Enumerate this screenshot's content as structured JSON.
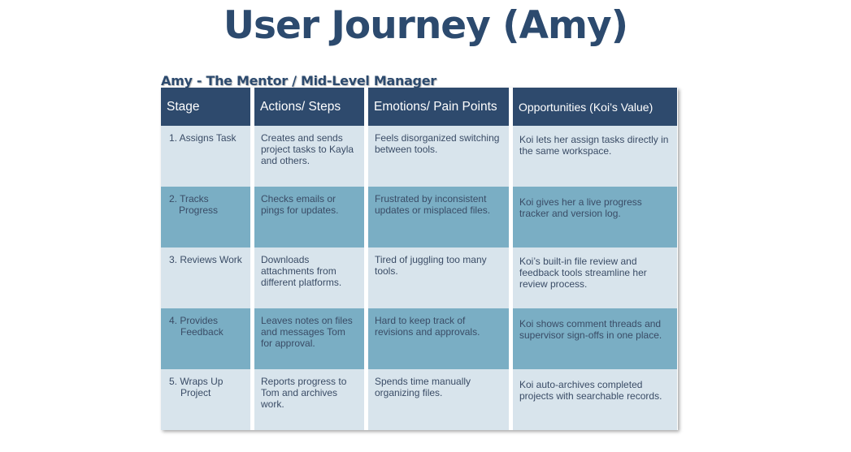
{
  "title": "User Journey (Amy)",
  "subtitle": "Amy - The Mentor / Mid-Level Manager",
  "colors": {
    "header_bg": "#2e4a6d",
    "row_light": "#d8e4ec",
    "row_dark": "#7aaec4",
    "title_text": "#2c4a6e"
  },
  "table": {
    "headers": [
      "Stage",
      "Actions/ Steps",
      "Emotions/ Pain Points",
      "Opportunities (Koi’s Value)"
    ],
    "rows": [
      {
        "stage": "1. Assigns Task",
        "actions": "Creates and sends project tasks to Kayla and others.",
        "emotions": "Feels disorganized switching between tools.",
        "opportunities": "Koi lets her assign tasks directly in the same workspace."
      },
      {
        "stage": "2.  Tracks Progress",
        "actions": "Checks emails or pings for updates.",
        "emotions": "Frustrated by inconsistent updates or misplaced files.",
        "opportunities": "Koi gives her a live progress tracker and version log."
      },
      {
        "stage": "3. Reviews Work",
        "actions": "Downloads attachments from different platforms.",
        "emotions": "Tired of juggling too many tools.",
        "opportunities": "Koi’s built-in file review and feedback tools streamline her review process."
      },
      {
        "stage": "4. Provides Feedback",
        "actions": "Leaves notes on files and messages Tom for approval.",
        "emotions": "Hard to keep track of revisions and approvals.",
        "opportunities": "Koi shows comment threads and supervisor sign-offs in one place."
      },
      {
        "stage": "5. Wraps Up Project",
        "actions": "Reports progress to Tom and archives work.",
        "emotions": "Spends time manually organizing files.",
        "opportunities": "Koi auto-archives completed projects with searchable records."
      }
    ]
  }
}
